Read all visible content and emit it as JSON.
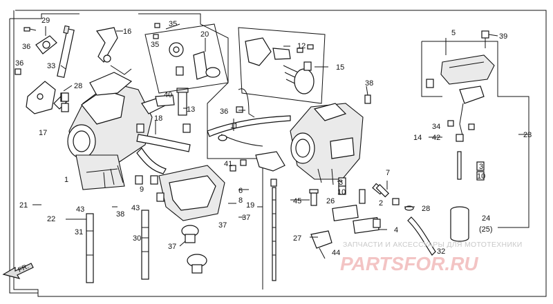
{
  "callouts": {
    "c1": "1",
    "c2": "2",
    "c3": "3",
    "c4": "4",
    "c5": "5",
    "c6": "6",
    "c7": "7",
    "c8": "8",
    "c9": "9",
    "c10": "10",
    "c11": "11",
    "c12": "12",
    "c13": "13",
    "c14": "14",
    "c15": "15",
    "c16": "16",
    "c17": "17",
    "c18": "18",
    "c19": "19",
    "c20": "20",
    "c21": "21",
    "c22": "22",
    "c23": "23",
    "c24": "24",
    "c25": "(25)",
    "c26": "26",
    "c27": "27",
    "c28": "28",
    "c29": "29",
    "c30": "30",
    "c31": "31",
    "c32": "32",
    "c33": "33",
    "c34": "34",
    "c35": "35",
    "c36": "36",
    "c37": "37",
    "c38": "38",
    "c39": "39",
    "c40": "40",
    "c41": "41",
    "c42": "42",
    "c43": "43",
    "c44": "44",
    "c45": "45"
  },
  "direction_label": "FR.",
  "watermark": {
    "subtitle": "ЗАПЧАСТИ И АКСЕССУАРЫ ДЛЯ МОТОТЕХНИКИ",
    "brand": "PARTSFOR.RU"
  },
  "colors": {
    "ink": "#111111",
    "watermark_brand": "#f3c4c4",
    "watermark_subtitle": "#c9c9c9"
  }
}
